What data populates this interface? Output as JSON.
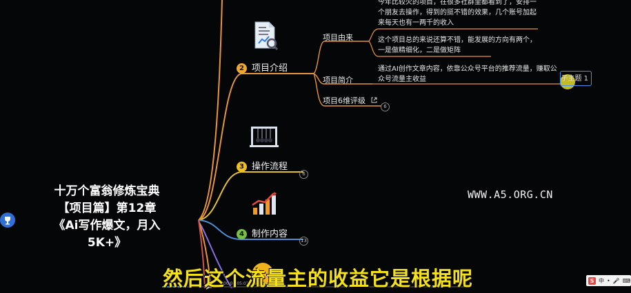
{
  "root": {
    "lines": [
      "十万个富翁修炼宝典",
      "【项目篇】第12章",
      "《Ai写作爆文，月入",
      "5K+》"
    ]
  },
  "branches": [
    {
      "number": "2",
      "label": "项目介绍",
      "badge_color": "#f0a92c",
      "icon": "document-chart-icon"
    },
    {
      "number": "3",
      "label": "操作流程",
      "badge_color": "#f0c020",
      "icon": "newtons-cradle-icon",
      "count": "6"
    },
    {
      "number": "4",
      "label": "制作内容",
      "badge_color": "#76c043",
      "icon": "growth-chart-icon",
      "count": "13"
    },
    {
      "icon": "money-bag-icon"
    }
  ],
  "intro_subtopics": {
    "origin": {
      "label": "项目由来",
      "text_1": "今年比较火的项目，在很多社群里都看到了，安排一个朋友去操作，得到的挺不错的效果，几个账号加起来每天也有一两千的收入",
      "text_2": "这个项目总的来说还算不错，能发展的方向有两个，一是做精细化，二是做矩阵"
    },
    "brief": {
      "label": "项目简介",
      "text": "通过AI创作文章内容，依靠公众号平台的推荐流量，赚取公众号流量主收益"
    },
    "rating": {
      "label": "项目6维评级",
      "count": "6"
    }
  },
  "topic_box": "子主题 1",
  "watermark": "WWW.A5.ORG.CN",
  "subtitle": "然后这个流量主的收益它是根据呢",
  "player": {
    "time_current": "00:04:05:01",
    "time_total": "00:06:46:18"
  },
  "ime": {
    "logo": "S",
    "lang": "中"
  },
  "colors": {
    "background": "#050608",
    "branch_line": "#e9963a",
    "subtitle": "#f4e11a",
    "topic_border": "#4a8ef0"
  }
}
